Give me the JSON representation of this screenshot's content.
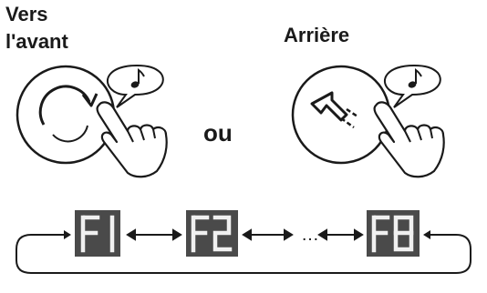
{
  "labels": {
    "forward_line1": "Vers",
    "forward_line2": "l'avant",
    "backward": "Arrière",
    "or": "ou"
  },
  "icons": {
    "forward": "rotating-arrow-icon",
    "backward": "back-arrow-icon",
    "sound": "musical-note-icon",
    "finger": "pointing-hand-icon"
  },
  "displays": [
    "F1",
    "F2",
    "F8"
  ],
  "sequence": {
    "ellipsis": "…"
  },
  "colors": {
    "lcd_bg": "#4a4a4a",
    "lcd_segment": "#f0f0f0",
    "ink": "#1a1a1a"
  }
}
